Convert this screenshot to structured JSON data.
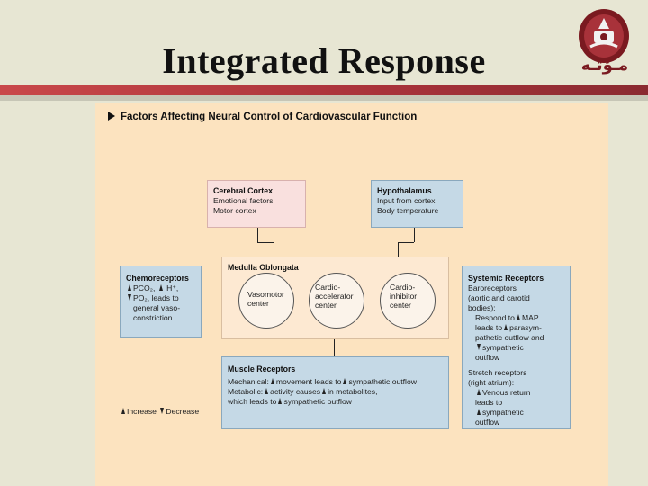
{
  "slide": {
    "title": "Integrated Response"
  },
  "logo": {
    "text": "مـؤتـه"
  },
  "figure": {
    "title": "Factors Affecting Neural Control of Cardiovascular Function",
    "cerebral_cortex": {
      "title": "Cerebral Cortex",
      "lines": [
        "Emotional factors",
        "Motor cortex"
      ]
    },
    "hypothalamus": {
      "title": "Hypothalamus",
      "lines": [
        "Input from cortex",
        "Body temperature"
      ]
    },
    "medulla": {
      "title": "Medulla Oblongata"
    },
    "vasomotor": {
      "lines": [
        "Vasomotor",
        "center"
      ]
    },
    "cardioaccelerator": {
      "lines": [
        "Cardio-",
        "accelerator",
        "center"
      ]
    },
    "cardioinhibitor": {
      "lines": [
        "Cardio-",
        "inhibitor",
        "center"
      ]
    },
    "chemoreceptors": {
      "title": "Chemoreceptors",
      "l1": "PCO₂, ",
      "l1b": " H⁺,",
      "l2": "PO₂, leads to",
      "l3": "general vaso-",
      "l4": "constriction."
    },
    "systemic": {
      "title": "Systemic Receptors",
      "baro1": "Baroreceptors",
      "baro2": "(aortic and carotid",
      "baro3": "bodies):",
      "resp1a": "Respond to",
      "resp1b": "MAP",
      "resp2a": "leads to",
      "resp2b": "parasym-",
      "resp3": "pathetic outflow and",
      "resp4": "sympathetic",
      "resp5": "outflow",
      "stretch1": "Stretch receptors",
      "stretch2": "(right atrium):",
      "ven1": "Venous return",
      "ven2": "leads to",
      "ven3": "sympathetic",
      "ven4": "outflow"
    },
    "muscle": {
      "title": "Muscle Receptors",
      "mech_a": "Mechanical:",
      "mech_b": "movement leads to",
      "mech_c": "sympathetic outflow",
      "meta_a": "Metabolic:",
      "meta_b": "activity causes",
      "meta_c": "in metabolites,",
      "meta2_a": "which leads to",
      "meta2_b": "sympathetic outflow"
    },
    "legend": {
      "increase": "Increase",
      "decrease": "Decrease"
    }
  }
}
